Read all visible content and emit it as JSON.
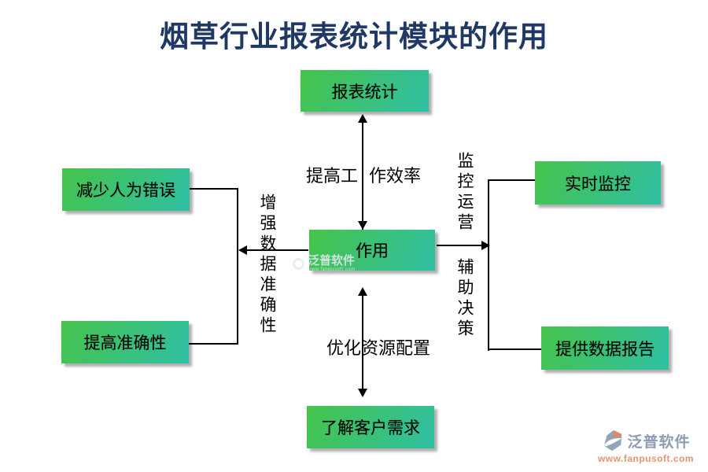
{
  "title": "烟草行业报表统计模块的作用",
  "diagram": {
    "nodes": {
      "top": {
        "label": "报表统计"
      },
      "center": {
        "label": "作用"
      },
      "bottom": {
        "label": "了解客户需求"
      },
      "left_top": {
        "label": "减少人为错误"
      },
      "left_bottom": {
        "label": "提高准确性"
      },
      "right_top": {
        "label": "实时监控"
      },
      "right_bottom": {
        "label": "提供数据报告"
      }
    },
    "edge_labels": {
      "top_part1": "提高工",
      "top_part2": "作效率",
      "left_vertical": "增强数据准确性",
      "right_top_vertical": "监控运营",
      "right_bottom_vertical": "辅助决策",
      "bottom": "优化资源配置"
    }
  },
  "watermark": {
    "name": "泛普软件",
    "url": "www.fanpusoft.com"
  },
  "branding": {
    "name": "泛普软件",
    "url": "www.fanpusoft.com"
  },
  "colors": {
    "title": "#203864",
    "box_gradient_start": "#46c44a",
    "box_gradient_end": "#2fbfa4",
    "line": "#000000",
    "brand_text": "#8d9cb3",
    "brand_url": "#e8936f",
    "brand_icon_orange": "#e28a68"
  }
}
